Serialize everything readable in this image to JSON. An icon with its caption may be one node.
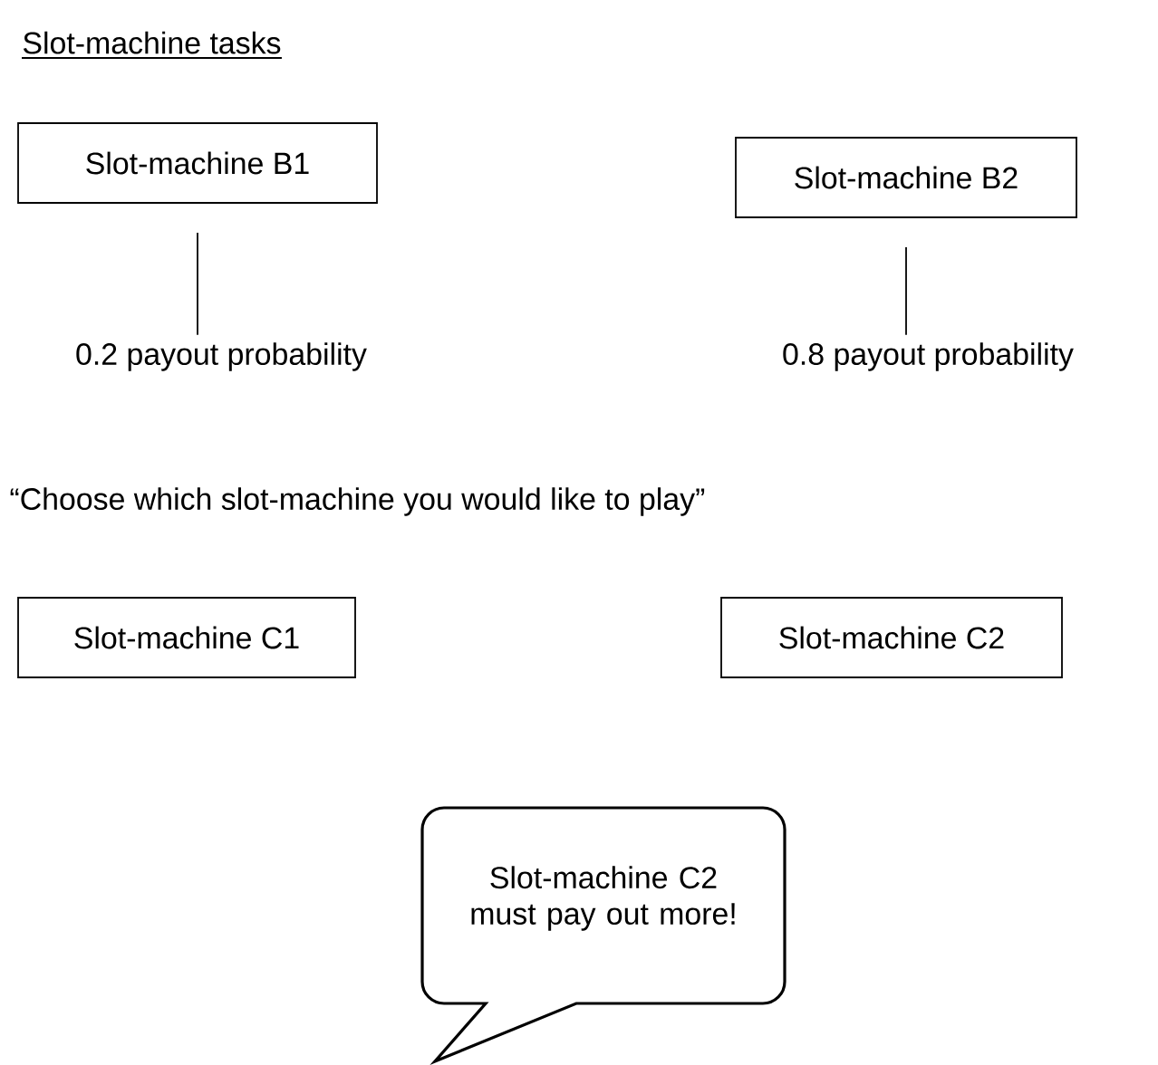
{
  "diagram": {
    "title": "Slot-machine tasks",
    "nodes": [
      {
        "text": [
          "Slot-machine B1"
        ]
      },
      {
        "text": [
          "Slot-machine B2"
        ]
      },
      {
        "text": [
          "0.2 payout probability"
        ]
      },
      {
        "text": [
          "0.8 payout probability"
        ]
      },
      {
        "text": [
          "Slot-machine C1"
        ]
      },
      {
        "text": [
          "Slot-machine C2"
        ]
      },
      {
        "text": [
          "Slot-machine C2 must pay out more!"
        ]
      }
    ],
    "edges": [
      {
        "from": 0,
        "to": 2,
        "arrow": "none"
      },
      {
        "from": 1,
        "to": 3,
        "arrow": "none"
      }
    ],
    "labels": [
      "“Choose which slot-machine you would like to play”"
    ]
  }
}
